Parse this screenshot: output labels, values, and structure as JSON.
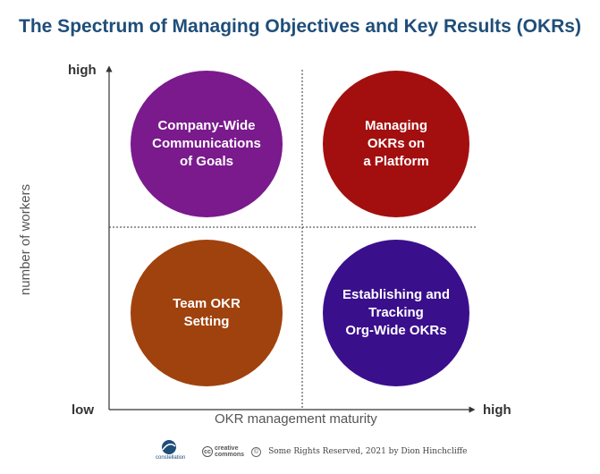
{
  "title": "The Spectrum of Managing Objectives and Key Results (OKRs)",
  "axes": {
    "y_high": "high",
    "y_low": "low",
    "x_high": "high",
    "y_title": "number of workers",
    "x_title": "OKR management maturity"
  },
  "quadrants": {
    "top_left": {
      "label": "Company-Wide\nCommunications\nof Goals",
      "color": "#7a1a8c"
    },
    "top_right": {
      "label": "Managing\nOKRs on\na Platform",
      "color": "#a30f0f"
    },
    "bottom_left": {
      "label": "Team OKR\nSetting",
      "color": "#a0420e"
    },
    "bottom_right": {
      "label": "Establishing and\nTracking\nOrg-Wide OKRs",
      "color": "#3a0f8c"
    }
  },
  "footer": {
    "constellation": "constellation",
    "cc_top": "creative",
    "cc_bottom": "commons",
    "rights": "Some Rights Reserved, 2021 by Dion Hinchcliffe"
  }
}
